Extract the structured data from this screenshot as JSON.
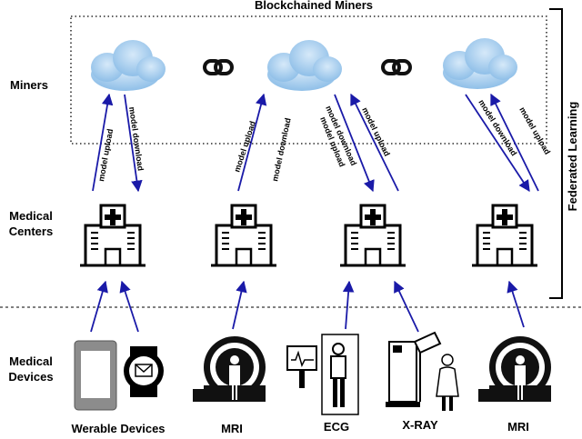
{
  "title": "Blockchained Miners",
  "side_label": "Federated Learning",
  "rows": {
    "miners": "Miners",
    "centers": [
      "Medical",
      "Centers"
    ],
    "devices": [
      "Medical",
      "Devices"
    ]
  },
  "arrow_labels": {
    "upload": "model upload",
    "download": "model download"
  },
  "device_labels": {
    "wearable": "Werable Devices",
    "mri_1": "MRI",
    "ecg": "ECG",
    "xray": "X-RAY",
    "mri_2": "MRI"
  },
  "colors": {
    "arrow": "#1a1aa8",
    "cloud": "#b9d8f2",
    "cloud_dark": "#7fb1e0",
    "device_gray": "#8c8c8c"
  }
}
